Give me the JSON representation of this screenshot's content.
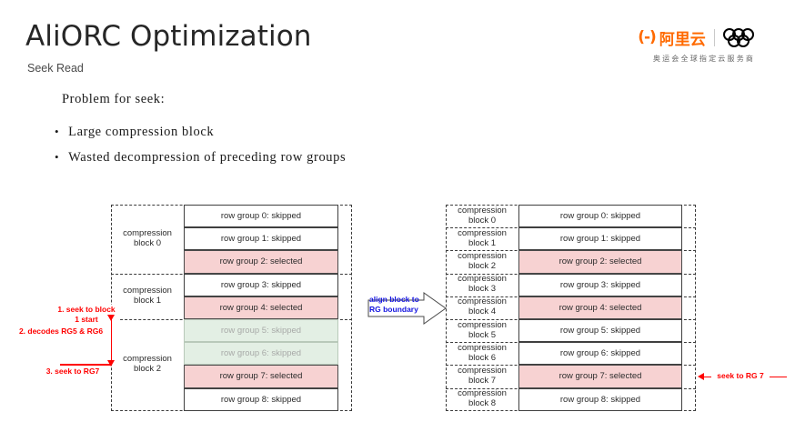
{
  "header": {
    "title": "AliORC Optimization",
    "subtitle": "Seek Read"
  },
  "logo": {
    "mark": "(-)",
    "brand_cn": "阿里云",
    "rings_name": "olympic-rings",
    "tagline_cn": "奥运会全球指定云服务商"
  },
  "content": {
    "problem_heading": "Problem for seek:",
    "bullet_dot": "•",
    "bullets": [
      "Large compression block",
      "Wasted decompression of preceding row groups"
    ]
  },
  "left_diagram": {
    "compression_blocks": [
      "compression block 0",
      "compression block 1",
      "compression block 2"
    ],
    "row_groups": [
      {
        "label": "row group 0: skipped",
        "state": "skipped"
      },
      {
        "label": "row group 1: skipped",
        "state": "skipped"
      },
      {
        "label": "row group 2: selected",
        "state": "selected"
      },
      {
        "label": "row group 3: skipped",
        "state": "skipped"
      },
      {
        "label": "row group 4: selected",
        "state": "selected"
      },
      {
        "label": "row group 5: skipped",
        "state": "wasted"
      },
      {
        "label": "row group 6: skipped",
        "state": "wasted"
      },
      {
        "label": "row group 7: selected",
        "state": "selected"
      },
      {
        "label": "row group 8: skipped",
        "state": "skipped"
      }
    ],
    "annotations": [
      "1. seek to block 1 start",
      "2. decodes RG5 & RG6",
      "3. seek to RG7"
    ]
  },
  "transition": {
    "label": "align block to RG boundary"
  },
  "right_diagram": {
    "compression_blocks": [
      "compression block 0",
      "compression block 1",
      "compression block 2",
      "compression block 3",
      "compression block 4",
      "compression block 5",
      "compression block 6",
      "compression block 7",
      "compression block 8"
    ],
    "row_groups": [
      {
        "label": "row group 0: skipped",
        "state": "skipped"
      },
      {
        "label": "row group 1: skipped",
        "state": "skipped"
      },
      {
        "label": "row group 2: selected",
        "state": "selected"
      },
      {
        "label": "row group 3: skipped",
        "state": "skipped"
      },
      {
        "label": "row group 4: selected",
        "state": "selected"
      },
      {
        "label": "row group 5: skipped",
        "state": "skipped"
      },
      {
        "label": "row group 6: skipped",
        "state": "skipped"
      },
      {
        "label": "row group 7: selected",
        "state": "selected"
      },
      {
        "label": "row group 8: skipped",
        "state": "skipped"
      }
    ],
    "annotation": "seek to RG 7"
  },
  "colors": {
    "selected_fill": "#f7d2d2",
    "wasted_fill": "#e3efe4",
    "annotation_red": "#ff0000",
    "transition_blue": "#1414e0",
    "brand_orange": "#ff6a00"
  }
}
